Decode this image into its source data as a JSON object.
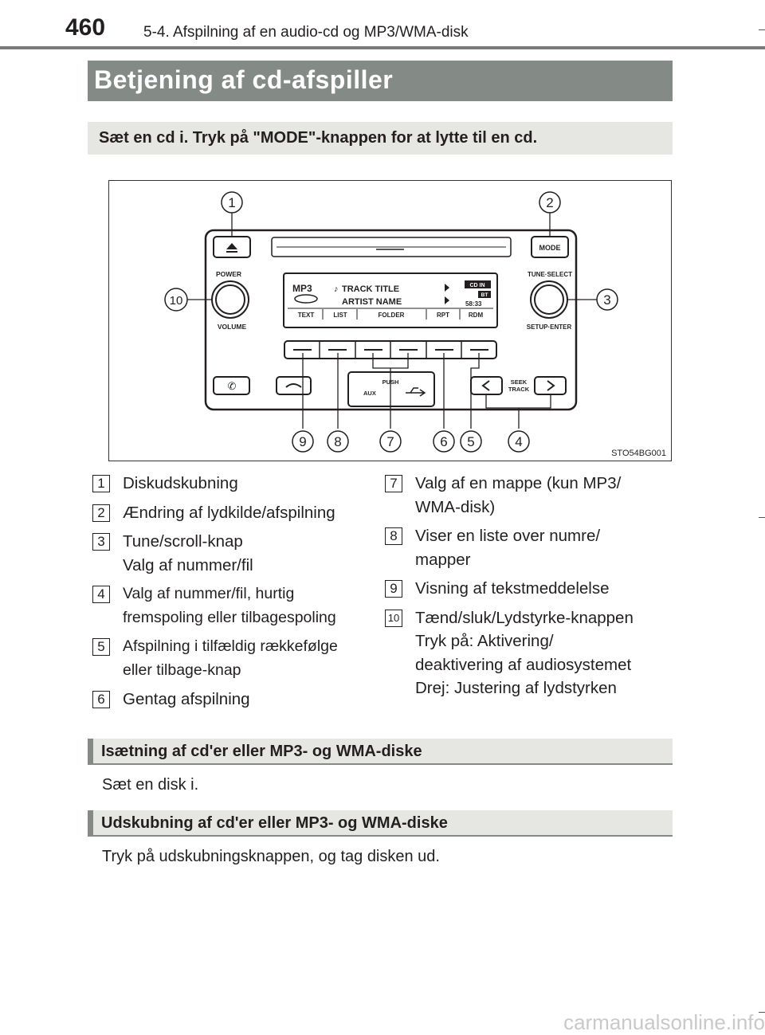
{
  "page": {
    "number": "460",
    "breadcrumb": "5-4. Afspilning af en audio-cd og MP3/WMA-disk"
  },
  "title": "Betjening af cd-afspiller",
  "instruction": "Sæt en cd i. Tryk på \"MODE\"-knappen for at lytte til en cd.",
  "figure": {
    "code": "STO54BG001",
    "panel": {
      "power": "POWER",
      "volume": "VOLUME",
      "mode": "MODE",
      "tune_select": "TUNE·SELECT",
      "setup_enter": "SETUP·ENTER",
      "mp3": "MP3",
      "track_title": "TRACK TITLE",
      "artist_name": "ARTIST NAME",
      "cd_in": "CD IN",
      "bt": "BT",
      "time": "58:33",
      "softkeys": [
        "TEXT",
        "LIST",
        "FOLDER",
        "RPT",
        "RDM"
      ],
      "push": "PUSH",
      "aux": "AUX",
      "seek": "SEEK",
      "track": "TRACK"
    },
    "markers": [
      "1",
      "2",
      "3",
      "4",
      "5",
      "6",
      "7",
      "8",
      "9",
      "10"
    ]
  },
  "callouts_left": [
    {
      "num": "1",
      "text": "Diskudskubning"
    },
    {
      "num": "2",
      "text": "Ændring af lydkilde/afspilning"
    },
    {
      "num": "3",
      "text": "Tune/scroll-knap\nValg af nummer/fil"
    },
    {
      "num": "4",
      "text": "Valg af nummer/fil, hurtig\nfremspoling eller tilbagespoling"
    },
    {
      "num": "5",
      "text": "Afspilning i tilfældig rækkefølge\neller tilbage-knap"
    },
    {
      "num": "6",
      "text": "Gentag afspilning"
    }
  ],
  "callouts_right": [
    {
      "num": "7",
      "text": "Valg af en mappe (kun MP3/\nWMA-disk)"
    },
    {
      "num": "8",
      "text": "Viser en liste over numre/\nmapper"
    },
    {
      "num": "9",
      "text": "Visning af tekstmeddelelse"
    },
    {
      "num": "10",
      "text": "Tænd/sluk/Lydstyrke-knappen\nTryk på: Aktivering/\ndeaktivering af audiosystemet\nDrej: Justering af lydstyrken"
    }
  ],
  "section1": {
    "heading": "Isætning af cd'er eller MP3- og WMA-diske",
    "body": "Sæt en disk i."
  },
  "section2": {
    "heading": "Udskubning af cd'er eller MP3- og WMA-diske",
    "body": "Tryk på udskubningsknappen, og tag disken ud."
  },
  "watermark": "carmanualsonline.info"
}
